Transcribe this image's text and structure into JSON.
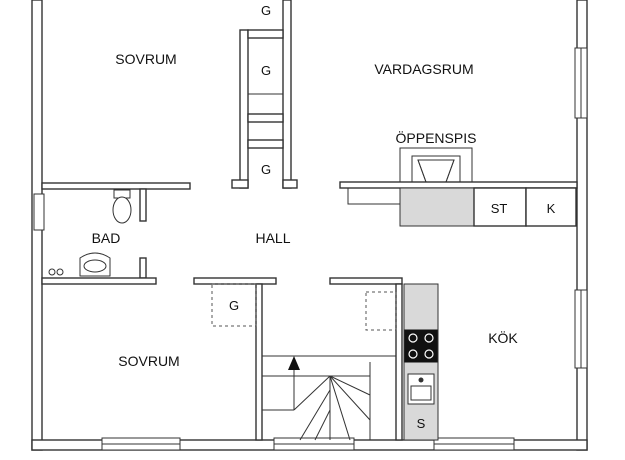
{
  "rooms": {
    "sovrum_top": "SOVRUM",
    "vardagsrum": "VARDAGSRUM",
    "oppenspis": "ÖPPENSPIS",
    "bad": "BAD",
    "hall": "HALL",
    "sovrum_bottom": "SOVRUM",
    "kok": "KÖK"
  },
  "fixtures": {
    "g1": "G",
    "g2": "G",
    "g3": "G",
    "g4": "G",
    "st": "ST",
    "k": "K",
    "s": "S"
  },
  "colors": {
    "wall": "#333333",
    "counter": "#d9d9d9",
    "background": "#ffffff"
  }
}
